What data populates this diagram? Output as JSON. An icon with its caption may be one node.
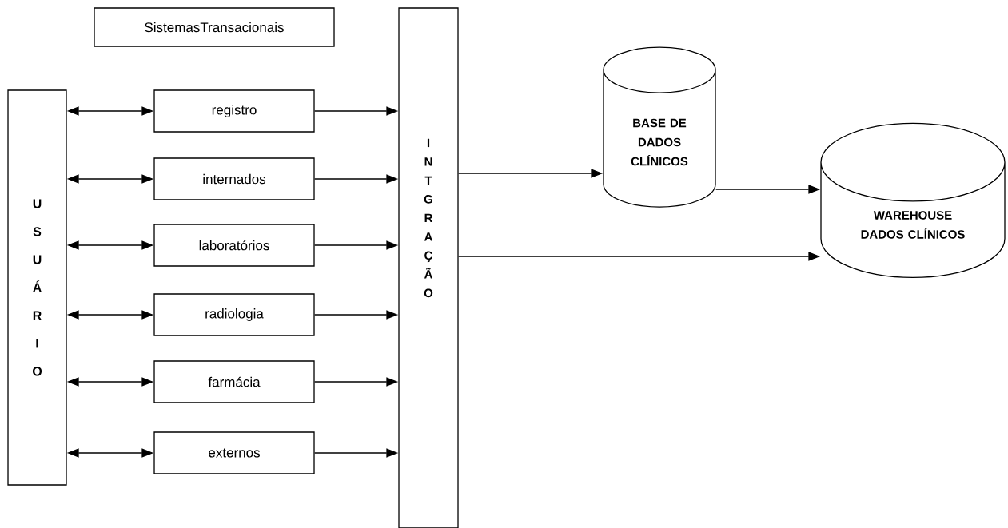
{
  "diagram": {
    "nodes": [
      {
        "text": [
          "SistemasTransacionais"
        ]
      },
      {
        "text": [
          "U S U Á R I O"
        ]
      },
      {
        "text": [
          "registro"
        ]
      },
      {
        "text": [
          "internados"
        ]
      },
      {
        "text": [
          "laboratórios"
        ]
      },
      {
        "text": [
          "radiologia"
        ]
      },
      {
        "text": [
          "farmácia"
        ]
      },
      {
        "text": [
          "externos"
        ]
      },
      {
        "text": [
          "I N T G R A Ç Ã O"
        ]
      },
      {
        "text": [
          "BASE DE DADOS CLÍNICOS"
        ]
      },
      {
        "text": [
          "WAREHOUSE DADOS CLÍNICOS"
        ]
      }
    ],
    "edges": [
      {
        "from": 1,
        "to": 2,
        "arrow": "both"
      },
      {
        "from": 1,
        "to": 3,
        "arrow": "both"
      },
      {
        "from": 1,
        "to": 4,
        "arrow": "both"
      },
      {
        "from": 1,
        "to": 5,
        "arrow": "both"
      },
      {
        "from": 1,
        "to": 6,
        "arrow": "both"
      },
      {
        "from": 1,
        "to": 7,
        "arrow": "both"
      },
      {
        "from": 2,
        "to": 8,
        "arrow": "to"
      },
      {
        "from": 3,
        "to": 8,
        "arrow": "to"
      },
      {
        "from": 4,
        "to": 8,
        "arrow": "to"
      },
      {
        "from": 5,
        "to": 8,
        "arrow": "to"
      },
      {
        "from": 6,
        "to": 8,
        "arrow": "to"
      },
      {
        "from": 7,
        "to": 8,
        "arrow": "to"
      },
      {
        "from": 8,
        "to": 9,
        "arrow": "to"
      },
      {
        "from": 9,
        "to": 10,
        "arrow": "to"
      },
      {
        "from": 8,
        "to": 10,
        "arrow": "to"
      }
    ]
  }
}
